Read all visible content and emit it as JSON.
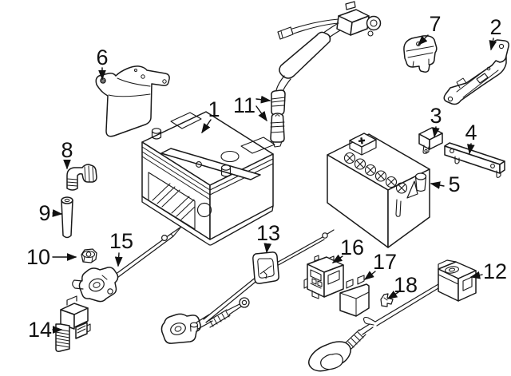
{
  "diagram": {
    "background": "#ffffff",
    "line_color": "#1a1a1a",
    "battery_plus": "+",
    "callouts": [
      {
        "id": 1,
        "label": "1"
      },
      {
        "id": 2,
        "label": "2"
      },
      {
        "id": 3,
        "label": "3"
      },
      {
        "id": 4,
        "label": "4"
      },
      {
        "id": 5,
        "label": "5"
      },
      {
        "id": 6,
        "label": "6"
      },
      {
        "id": 7,
        "label": "7"
      },
      {
        "id": 8,
        "label": "8"
      },
      {
        "id": 9,
        "label": "9"
      },
      {
        "id": 10,
        "label": "10"
      },
      {
        "id": 11,
        "label": "11"
      },
      {
        "id": 12,
        "label": "12"
      },
      {
        "id": 13,
        "label": "13"
      },
      {
        "id": 14,
        "label": "14"
      },
      {
        "id": 15,
        "label": "15"
      },
      {
        "id": 16,
        "label": "16"
      },
      {
        "id": 17,
        "label": "17"
      },
      {
        "id": 18,
        "label": "18"
      }
    ]
  }
}
